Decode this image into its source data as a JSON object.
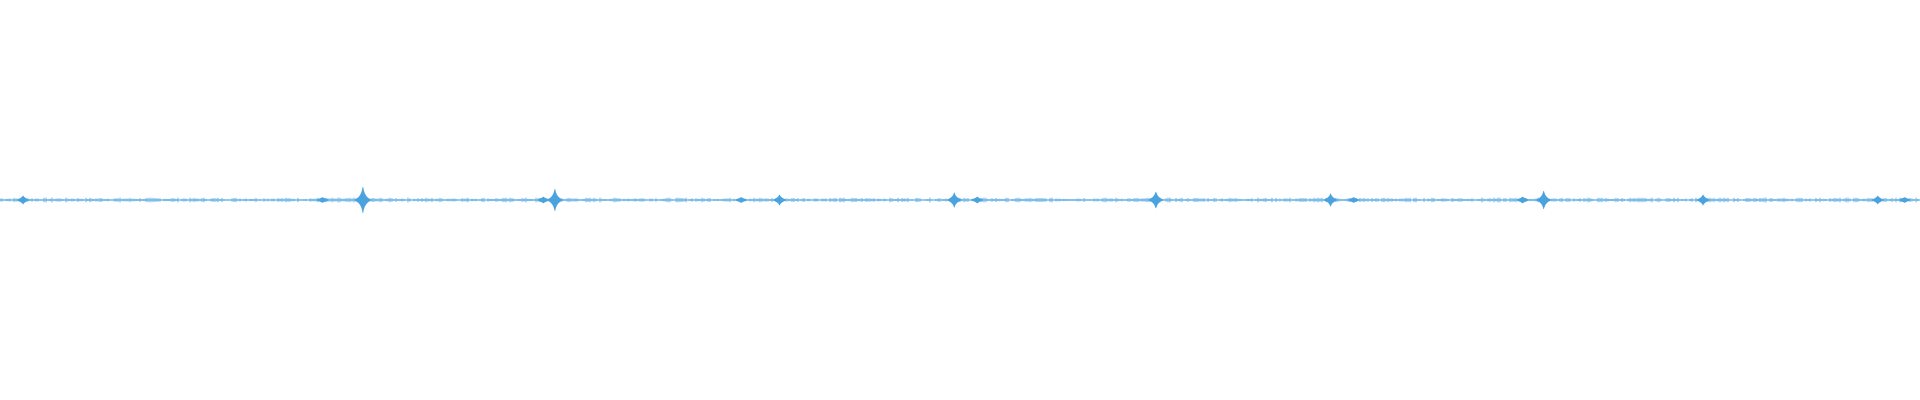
{
  "waveform": {
    "color": "#4aa3df",
    "background": "#ffffff",
    "baseline_amplitude": 0.012,
    "peaks": [
      {
        "position": 0.012,
        "amplitude": 0.08
      },
      {
        "position": 0.168,
        "amplitude": 0.05
      },
      {
        "position": 0.189,
        "amplitude": 0.26
      },
      {
        "position": 0.283,
        "amplitude": 0.06
      },
      {
        "position": 0.289,
        "amplitude": 0.22
      },
      {
        "position": 0.386,
        "amplitude": 0.05
      },
      {
        "position": 0.406,
        "amplitude": 0.1
      },
      {
        "position": 0.497,
        "amplitude": 0.14
      },
      {
        "position": 0.509,
        "amplitude": 0.06
      },
      {
        "position": 0.602,
        "amplitude": 0.16
      },
      {
        "position": 0.693,
        "amplitude": 0.12
      },
      {
        "position": 0.705,
        "amplitude": 0.05
      },
      {
        "position": 0.793,
        "amplitude": 0.06
      },
      {
        "position": 0.804,
        "amplitude": 0.18
      },
      {
        "position": 0.887,
        "amplitude": 0.1
      },
      {
        "position": 0.978,
        "amplitude": 0.08
      },
      {
        "position": 0.992,
        "amplitude": 0.05
      }
    ]
  }
}
